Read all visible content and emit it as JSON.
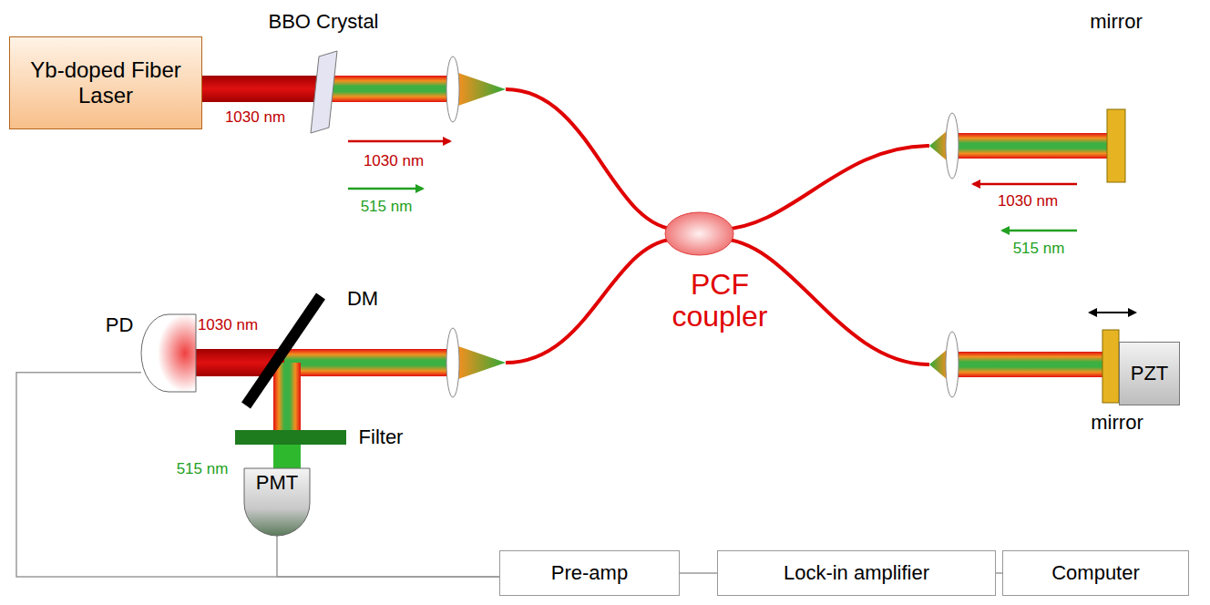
{
  "diagram": {
    "nodes": [
      {
        "text": [
          "Yb-doped Fiber Laser"
        ]
      },
      {
        "text": [
          "PCF coupler"
        ]
      },
      {
        "text": [
          "PD"
        ]
      },
      {
        "text": [
          "PMT"
        ]
      },
      {
        "text": [
          "PZT"
        ]
      },
      {
        "text": [
          "Pre-amp"
        ]
      },
      {
        "text": [
          "Lock-in amplifier"
        ]
      },
      {
        "text": [
          "Computer"
        ]
      }
    ],
    "edges": [
      {
        "from": 2,
        "to": 5,
        "arrow": "none"
      },
      {
        "from": 3,
        "to": 5,
        "arrow": "none"
      },
      {
        "from": 5,
        "to": 6,
        "arrow": "none"
      },
      {
        "from": 6,
        "to": 7,
        "arrow": "none"
      }
    ],
    "labels": [
      "BBO Crystal",
      "1030 nm",
      "1030 nm",
      "515 nm",
      "mirror",
      "1030 nm",
      "515 nm",
      "DM",
      "1030 nm",
      "Filter",
      "515 nm",
      "mirror"
    ]
  }
}
